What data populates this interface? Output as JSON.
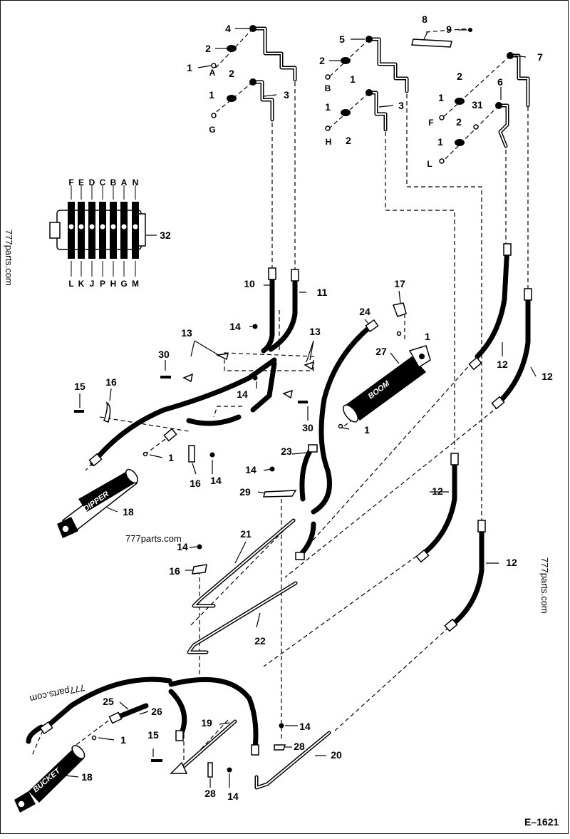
{
  "drawing_code": "E–1621",
  "watermarks": [
    "777parts.com",
    "777parts.com",
    "777parts.com",
    "777parts.com"
  ],
  "cylinders": {
    "dipper": "DIPPER",
    "boom": "BOOM",
    "bucket": "BUCKET"
  },
  "valve": {
    "top_letters": [
      "F",
      "E",
      "D",
      "C",
      "B",
      "A",
      "N"
    ],
    "bottom_letters": [
      "L",
      "K",
      "J",
      "P",
      "H",
      "G",
      "M"
    ],
    "callout": "32"
  },
  "port_letters": [
    "A",
    "G",
    "B",
    "H",
    "F",
    "L"
  ],
  "callouts": [
    "4",
    "2",
    "1",
    "2",
    "1",
    "3",
    "5",
    "2",
    "1",
    "1",
    "2",
    "3",
    "8",
    "9",
    "7",
    "2",
    "1",
    "6",
    "31",
    "2",
    "1",
    "10",
    "11",
    "24",
    "17",
    "1",
    "27",
    "12",
    "12",
    "14",
    "13",
    "13",
    "30",
    "14",
    "30",
    "1",
    "15",
    "16",
    "1",
    "16",
    "14",
    "23",
    "14",
    "29",
    "18",
    "21",
    "12",
    "14",
    "16",
    "12",
    "22",
    "25",
    "26",
    "1",
    "19",
    "14",
    "28",
    "15",
    "18",
    "28",
    "14",
    "20"
  ]
}
